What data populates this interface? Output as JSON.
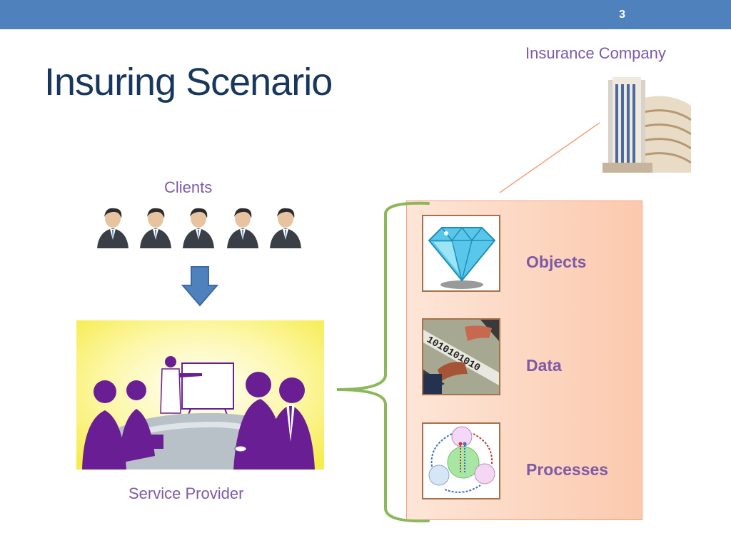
{
  "slide": {
    "number": "3",
    "title": "Insuring Scenario"
  },
  "labels": {
    "insurance_company": "Insurance Company",
    "clients": "Clients",
    "service_provider": "Service Provider"
  },
  "items": [
    {
      "label": "Objects",
      "icon": "diamond-icon"
    },
    {
      "label": "Data",
      "icon": "binary-handshake-icon"
    },
    {
      "label": "Processes",
      "icon": "process-cycle-icon"
    }
  ],
  "colors": {
    "header_bar": "#4f81bd",
    "title": "#17375e",
    "label": "#7e5aa7",
    "brace": "#8cb85b",
    "panel": "#fbc9ad",
    "connector": "#f4a07a"
  }
}
